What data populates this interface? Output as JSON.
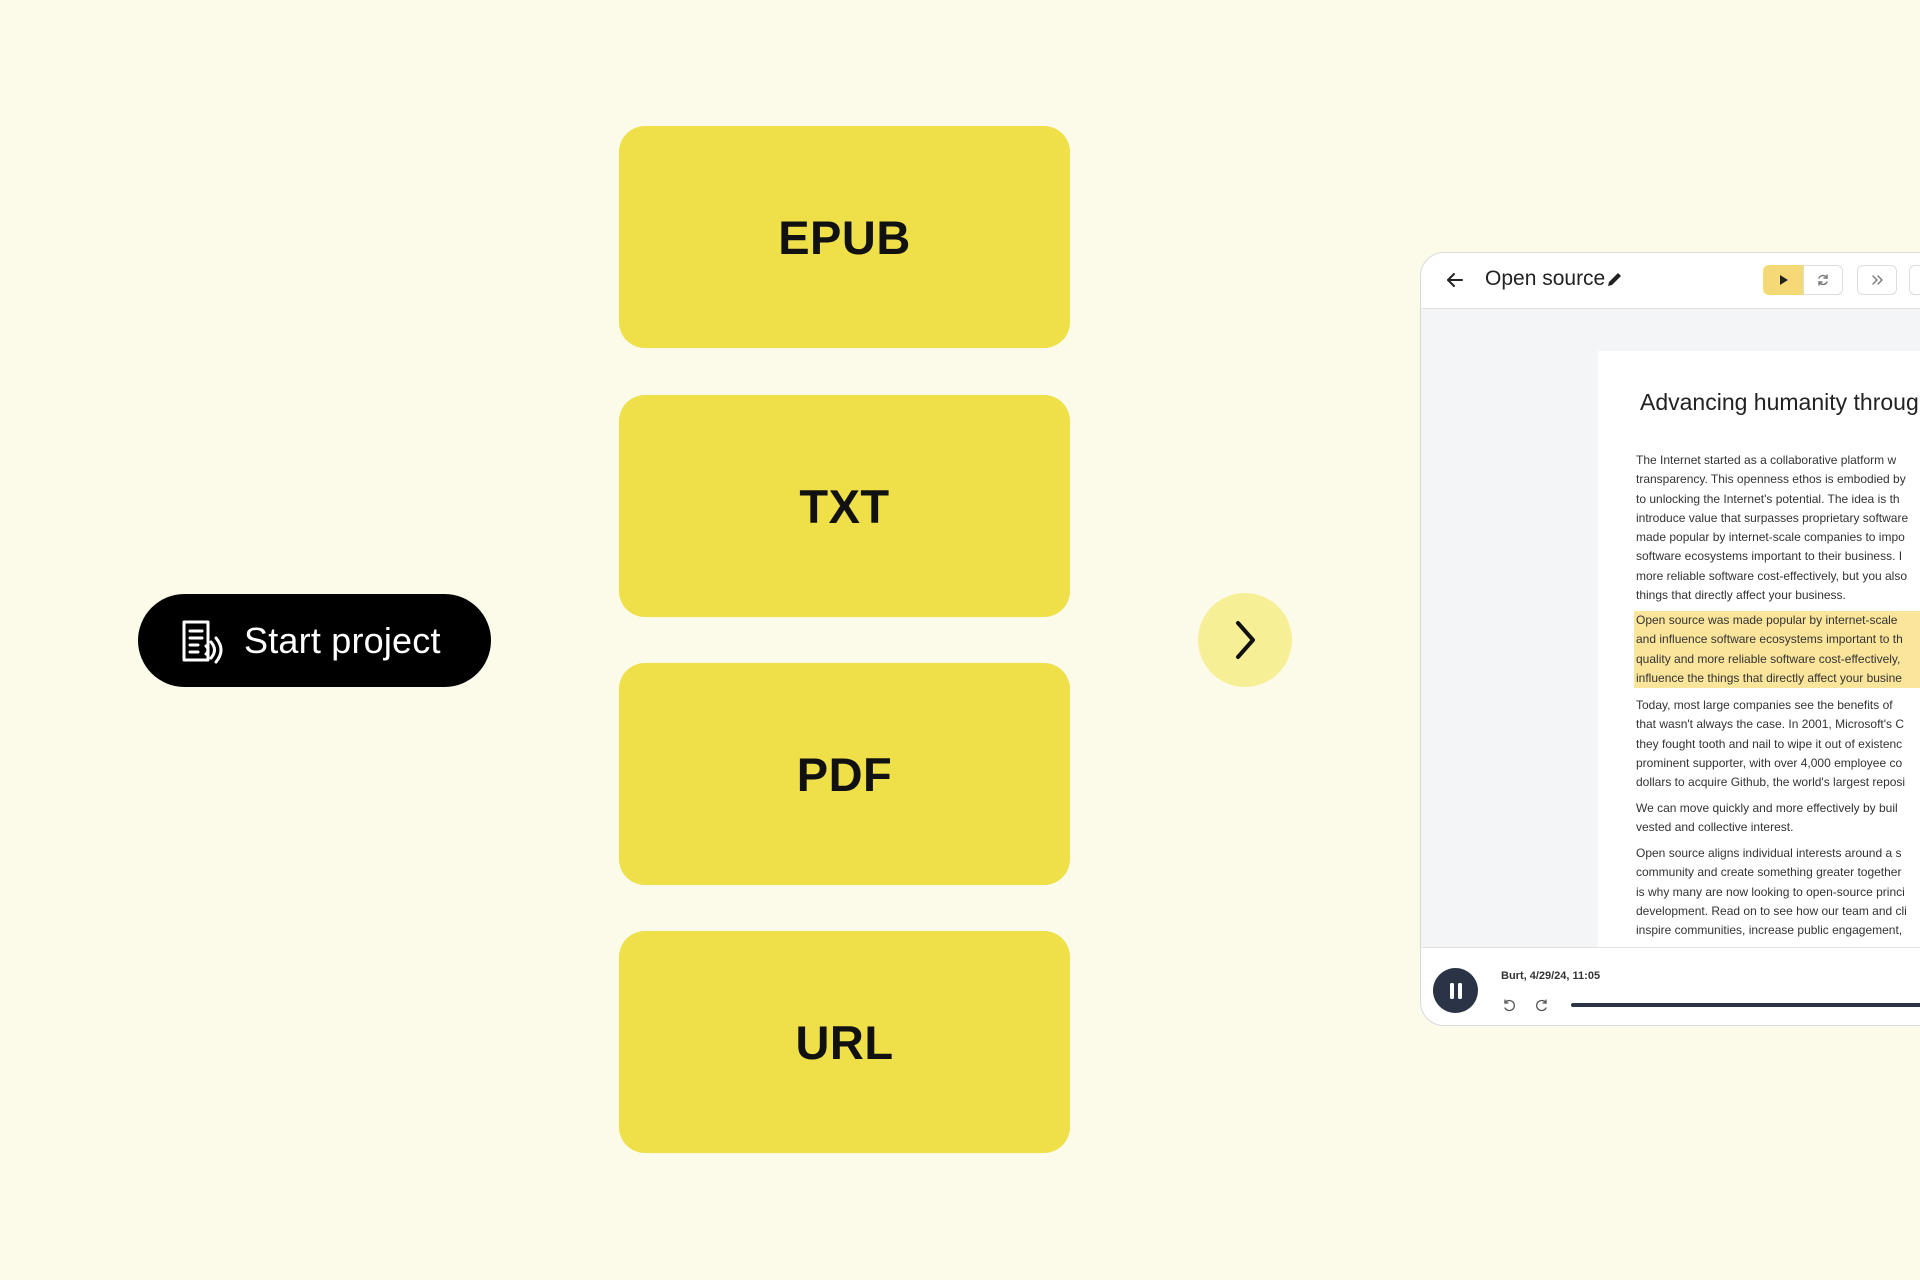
{
  "start_button": {
    "label": "Start project",
    "icon": "document-audio-icon"
  },
  "formats": [
    {
      "label": "EPUB"
    },
    {
      "label": "TXT"
    },
    {
      "label": "PDF"
    },
    {
      "label": "URL"
    }
  ],
  "next_icon": "chevron-right-icon",
  "editor": {
    "title": "Open source",
    "document": {
      "heading": "Advancing humanity throug",
      "paragraphs": [
        {
          "highlighted": false,
          "lines": [
            " The Internet started as a collaborative platform w",
            "transparency. This openness ethos is embodied by",
            "to unlocking the Internet's potential. The idea is th",
            "introduce value that surpasses proprietary software",
            "made popular by internet-scale companies to impo",
            "software ecosystems important to their business. I",
            "more reliable software cost-effectively, but you also",
            "things that directly affect your business."
          ]
        },
        {
          "highlighted": true,
          "lines": [
            " Open source was made popular by internet-scale",
            "and influence software ecosystems important to th",
            "quality and more reliable software cost-effectively,",
            "influence the things that directly affect your busine"
          ]
        },
        {
          "highlighted": false,
          "lines": [
            " Today, most large companies see the benefits of",
            "that wasn't always the case. In 2001, Microsoft's C",
            "they fought tooth and nail to wipe it out of existenc",
            "prominent supporter, with over 4,000 employee co",
            "dollars to acquire Github, the world's largest reposi"
          ]
        },
        {
          "highlighted": false,
          "lines": [
            " We can move quickly and more effectively by buil",
            "vested and collective interest."
          ]
        },
        {
          "highlighted": false,
          "lines": [
            " Open source aligns individual interests around a s",
            "community and create something greater together",
            "is why many are now looking to open-source princi",
            "development. Read on to see how our team and cli",
            "inspire communities, increase public engagement,"
          ]
        }
      ]
    },
    "player": {
      "meta": "Burt, 4/29/24, 11:05"
    }
  }
}
